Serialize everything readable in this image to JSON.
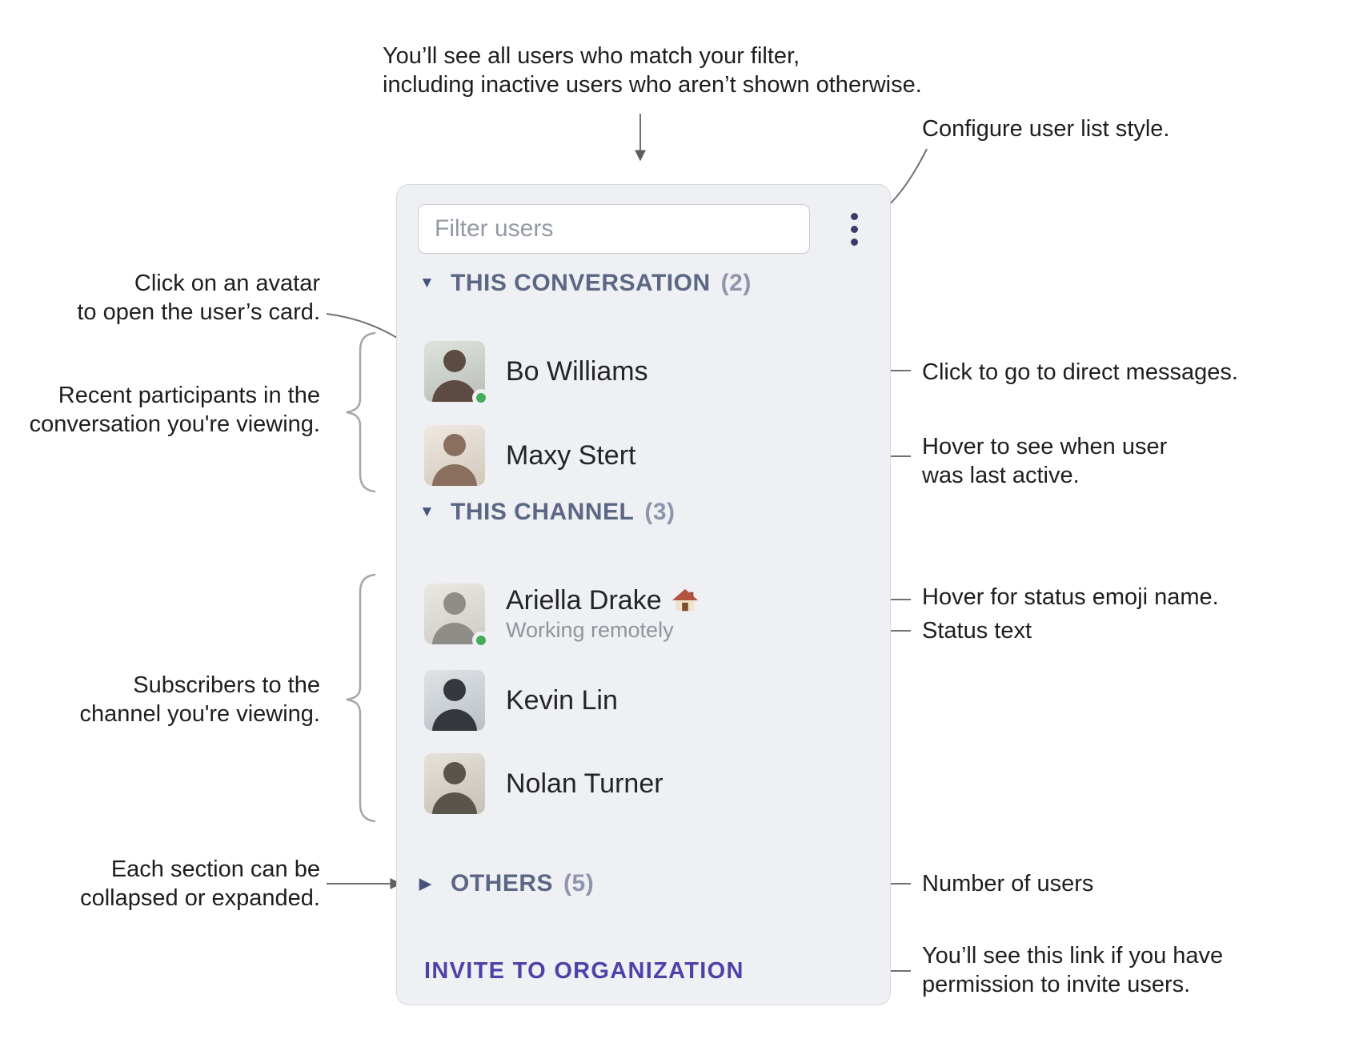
{
  "annotations": {
    "filter_note": "You’ll see all users who match your filter,\nincluding inactive users who aren’t shown otherwise.",
    "configure_note": "Configure user list style.",
    "avatar_note": "Click on an avatar\nto open the user’s card.",
    "participants_note": "Recent participants in the\nconversation you're viewing.",
    "dm_note": "Click to go to direct messages.",
    "last_active_note": "Hover to see when user\nwas last active.",
    "status_emoji_note": "Hover for status emoji name.",
    "status_text_note": "Status text",
    "subscribers_note": "Subscribers to the\nchannel you're viewing.",
    "collapse_note": "Each section can be\ncollapsed or expanded.",
    "user_count_note": "Number of users",
    "invite_note": "You’ll see this link if you have\npermission to invite users."
  },
  "panel": {
    "filter_placeholder": "Filter users",
    "menu_icon": "kebab-menu",
    "invite_link": "INVITE TO ORGANIZATION",
    "sections": [
      {
        "label": "THIS CONVERSATION",
        "count": "(2)",
        "state": "expanded",
        "users": [
          {
            "name": "Bo Williams",
            "online": true
          },
          {
            "name": "Maxy Stert",
            "online": false
          }
        ]
      },
      {
        "label": "THIS CHANNEL",
        "count": "(3)",
        "state": "expanded",
        "users": [
          {
            "name": "Ariella Drake",
            "status_emoji": "house",
            "status_text": "Working remotely",
            "online": true
          },
          {
            "name": "Kevin Lin",
            "online": false
          },
          {
            "name": "Nolan Turner",
            "online": false
          }
        ]
      },
      {
        "label": "OTHERS",
        "count": "(5)",
        "state": "collapsed",
        "users": []
      }
    ]
  },
  "icons": {
    "expanded_glyph": "▼",
    "collapsed_glyph": "▶",
    "status_emoji": "house"
  },
  "colors": {
    "panel_background": "#eff0f3",
    "section_header": "#5b6784",
    "invite_link": "#4c42a8",
    "presence_online": "#45ac5c",
    "kebab_icon": "#3d3c66"
  }
}
